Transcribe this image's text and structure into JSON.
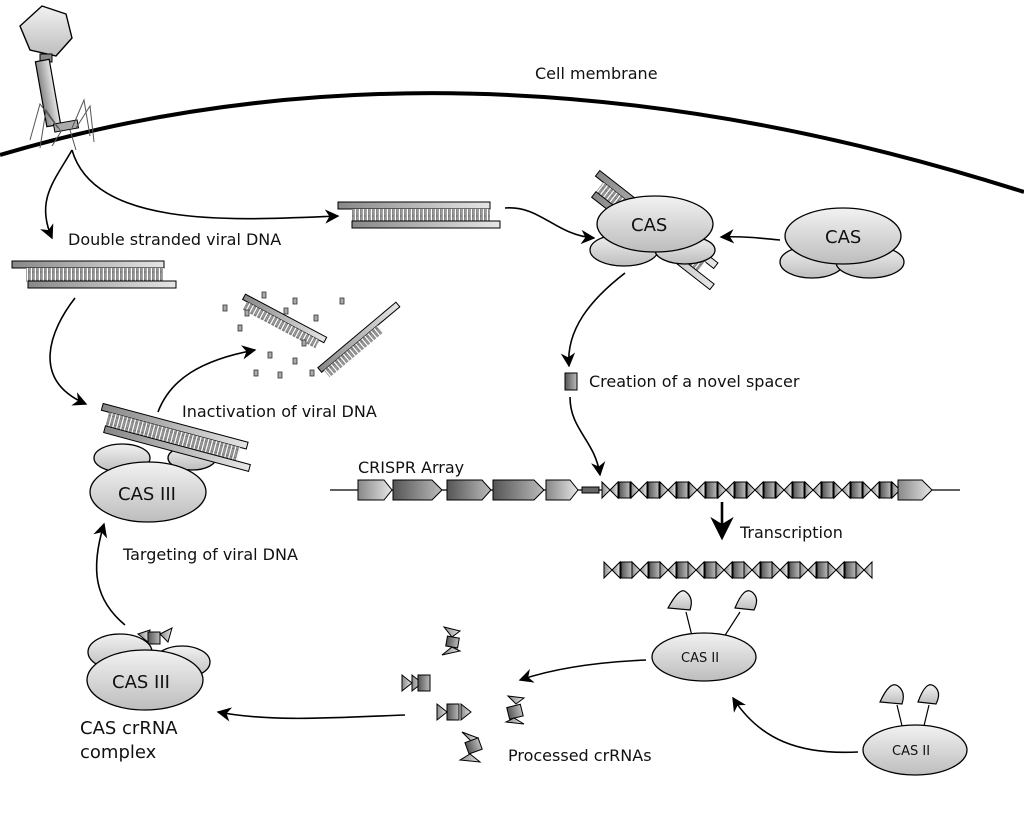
{
  "labels": {
    "cell_membrane": "Cell membrane",
    "double_stranded": "Double stranded viral DNA",
    "creation_spacer": "Creation of a novel spacer",
    "inactivation": "Inactivation of viral DNA",
    "crispr_array": "CRISPR Array",
    "transcription": "Transcription",
    "targeting": "Targeting of viral DNA",
    "processed": "Processed crRNAs",
    "complex_line1": "CAS crRNA",
    "complex_line2": "complex"
  },
  "proteins": {
    "cas": "CAS",
    "cas_free": "CAS",
    "cas3_target": "CAS III",
    "cas3_complex": "CAS III",
    "cas2_main": "CAS II",
    "cas2_free": "CAS II"
  },
  "colors": {
    "stroke": "#000000",
    "fill_light": "#e6e6e6",
    "fill_mid": "#bdbdbd",
    "fill_dark": "#6e6e6e"
  }
}
